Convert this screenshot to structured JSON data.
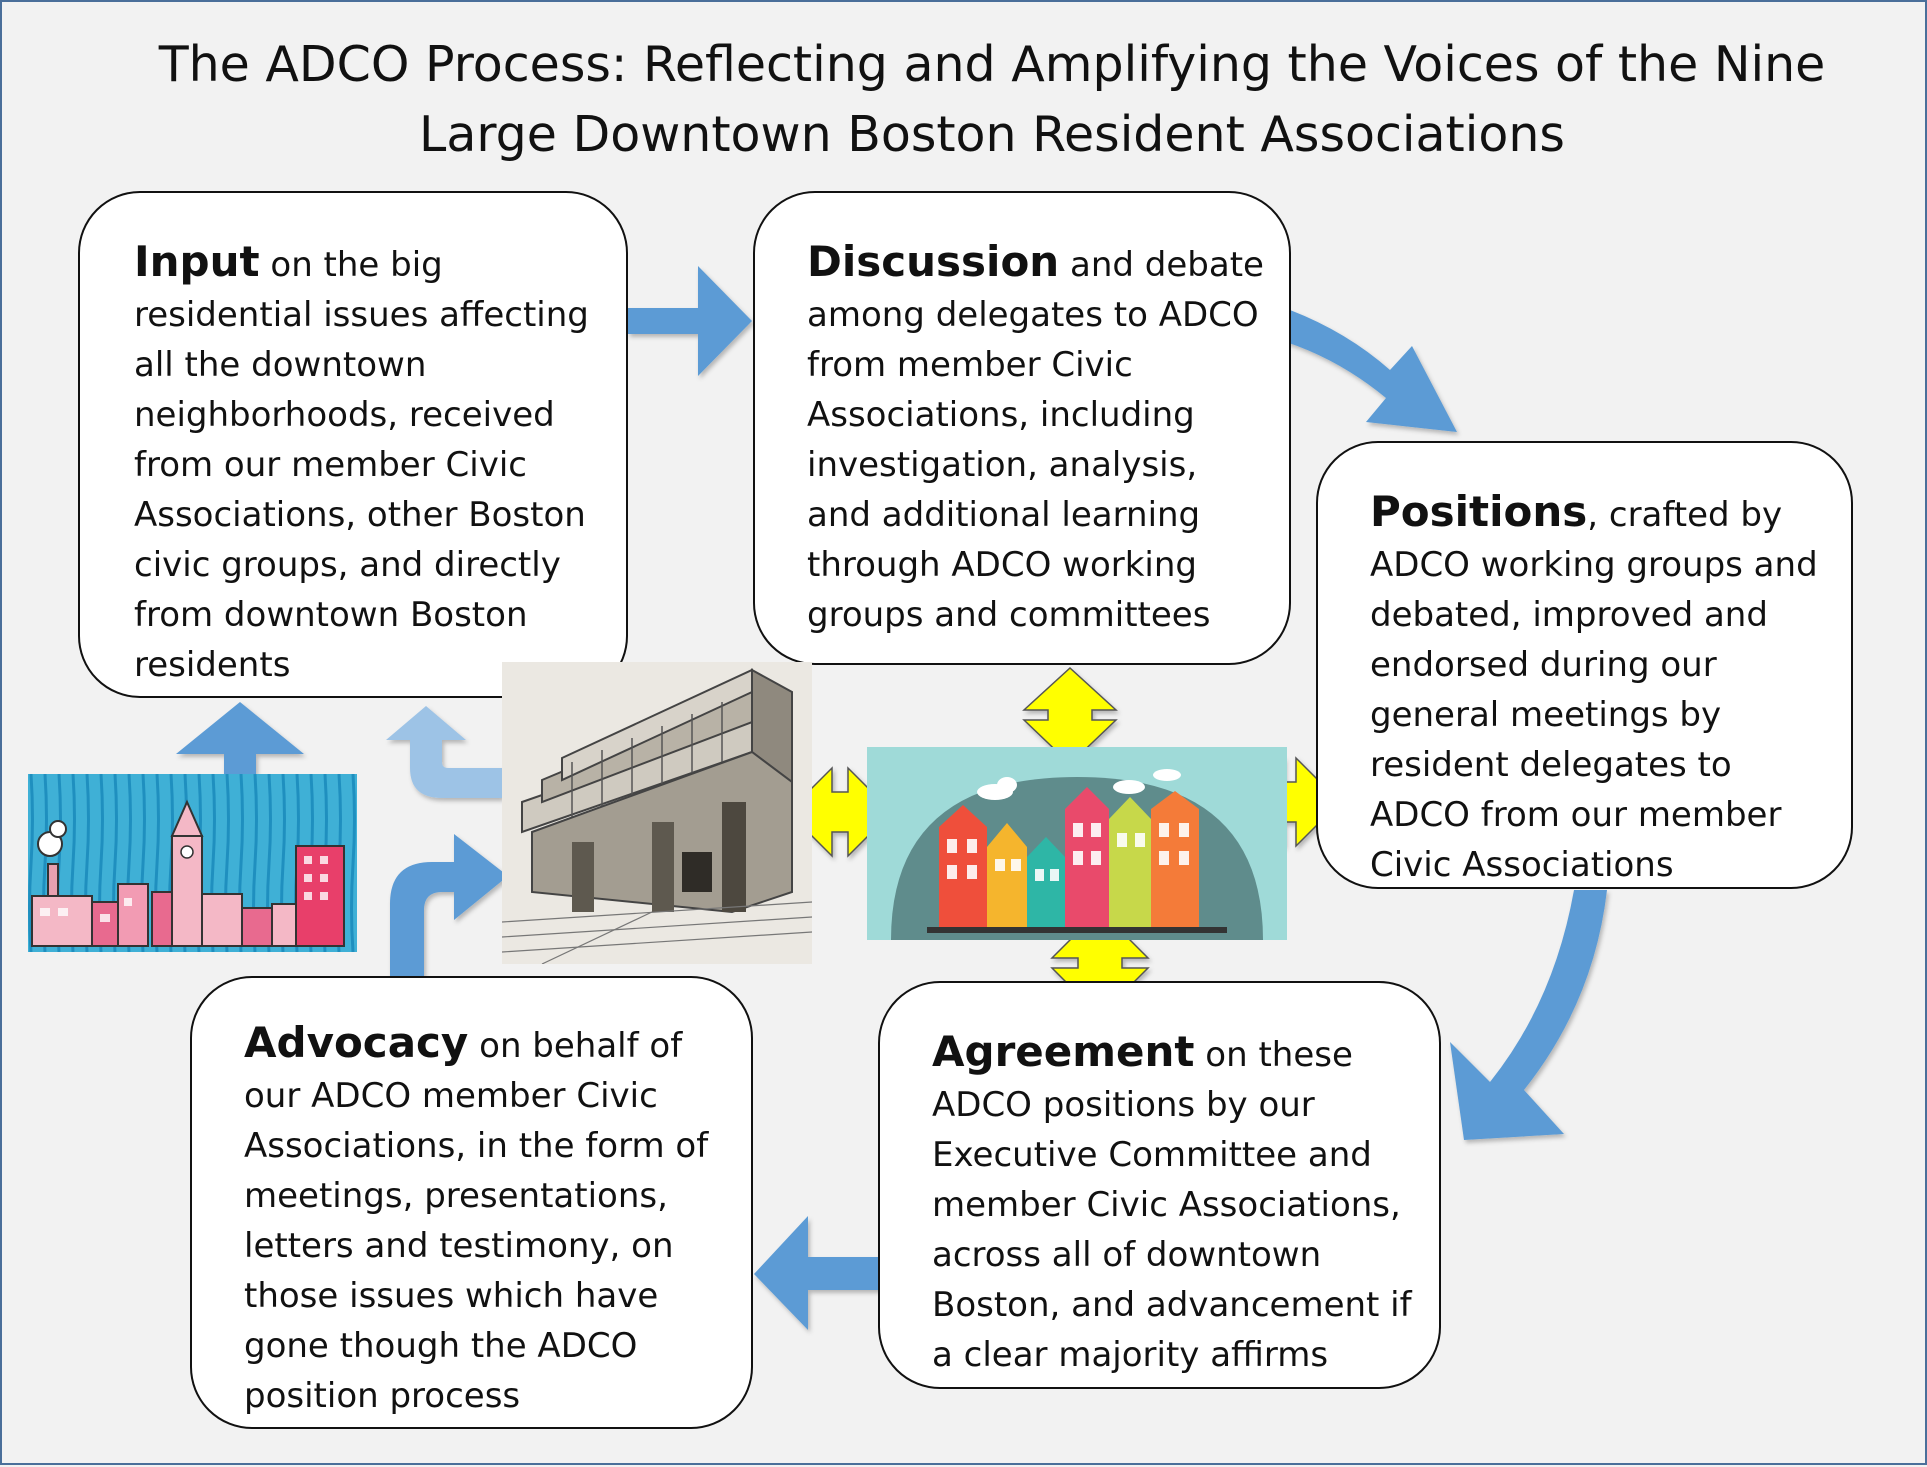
{
  "title": {
    "line1": "The ADCO Process: Reflecting and Amplifying the Voices of the Nine",
    "line2": "Large Downtown Boston Resident Associations"
  },
  "steps": {
    "input": {
      "heading": "Input",
      "text": " on the big residential issues affecting all the downtown neighborhoods, received from our member Civic Associations, other Boston civic groups, and directly from downtown Boston residents"
    },
    "discussion": {
      "heading": "Discussion",
      "text": " and debate among delegates to ADCO from member Civic Associations, including investigation, analysis, and additional learning through ADCO working groups and committees"
    },
    "positions": {
      "heading": "Positions",
      "text": ", crafted by ADCO working groups and debated, improved and endorsed during our general meetings by resident delegates to ADCO from our member Civic Associations"
    },
    "agreement": {
      "heading": "Agreement",
      "text": " on these ADCO positions by our Executive Committee and member Civic Associations, across all of downtown Boston, and advancement if a clear majority affirms"
    },
    "advocacy": {
      "heading": "Advocacy",
      "text": " on behalf of our ADCO member Civic Associations, in the form of meetings, presentations, letters and testimony, on those issues which have gone though the ADCO position process"
    }
  },
  "colors": {
    "flow_arrow": "#5b9bd5",
    "flow_arrow_light": "#9dc3e6",
    "exchange_arrow": "#ffff00",
    "box_border": "#111111",
    "frame_border": "#4a6f9a"
  },
  "images": {
    "left": "city-skyline-drawing",
    "center": "city-hall-sketch",
    "right": "colorful-houses-illustration"
  }
}
